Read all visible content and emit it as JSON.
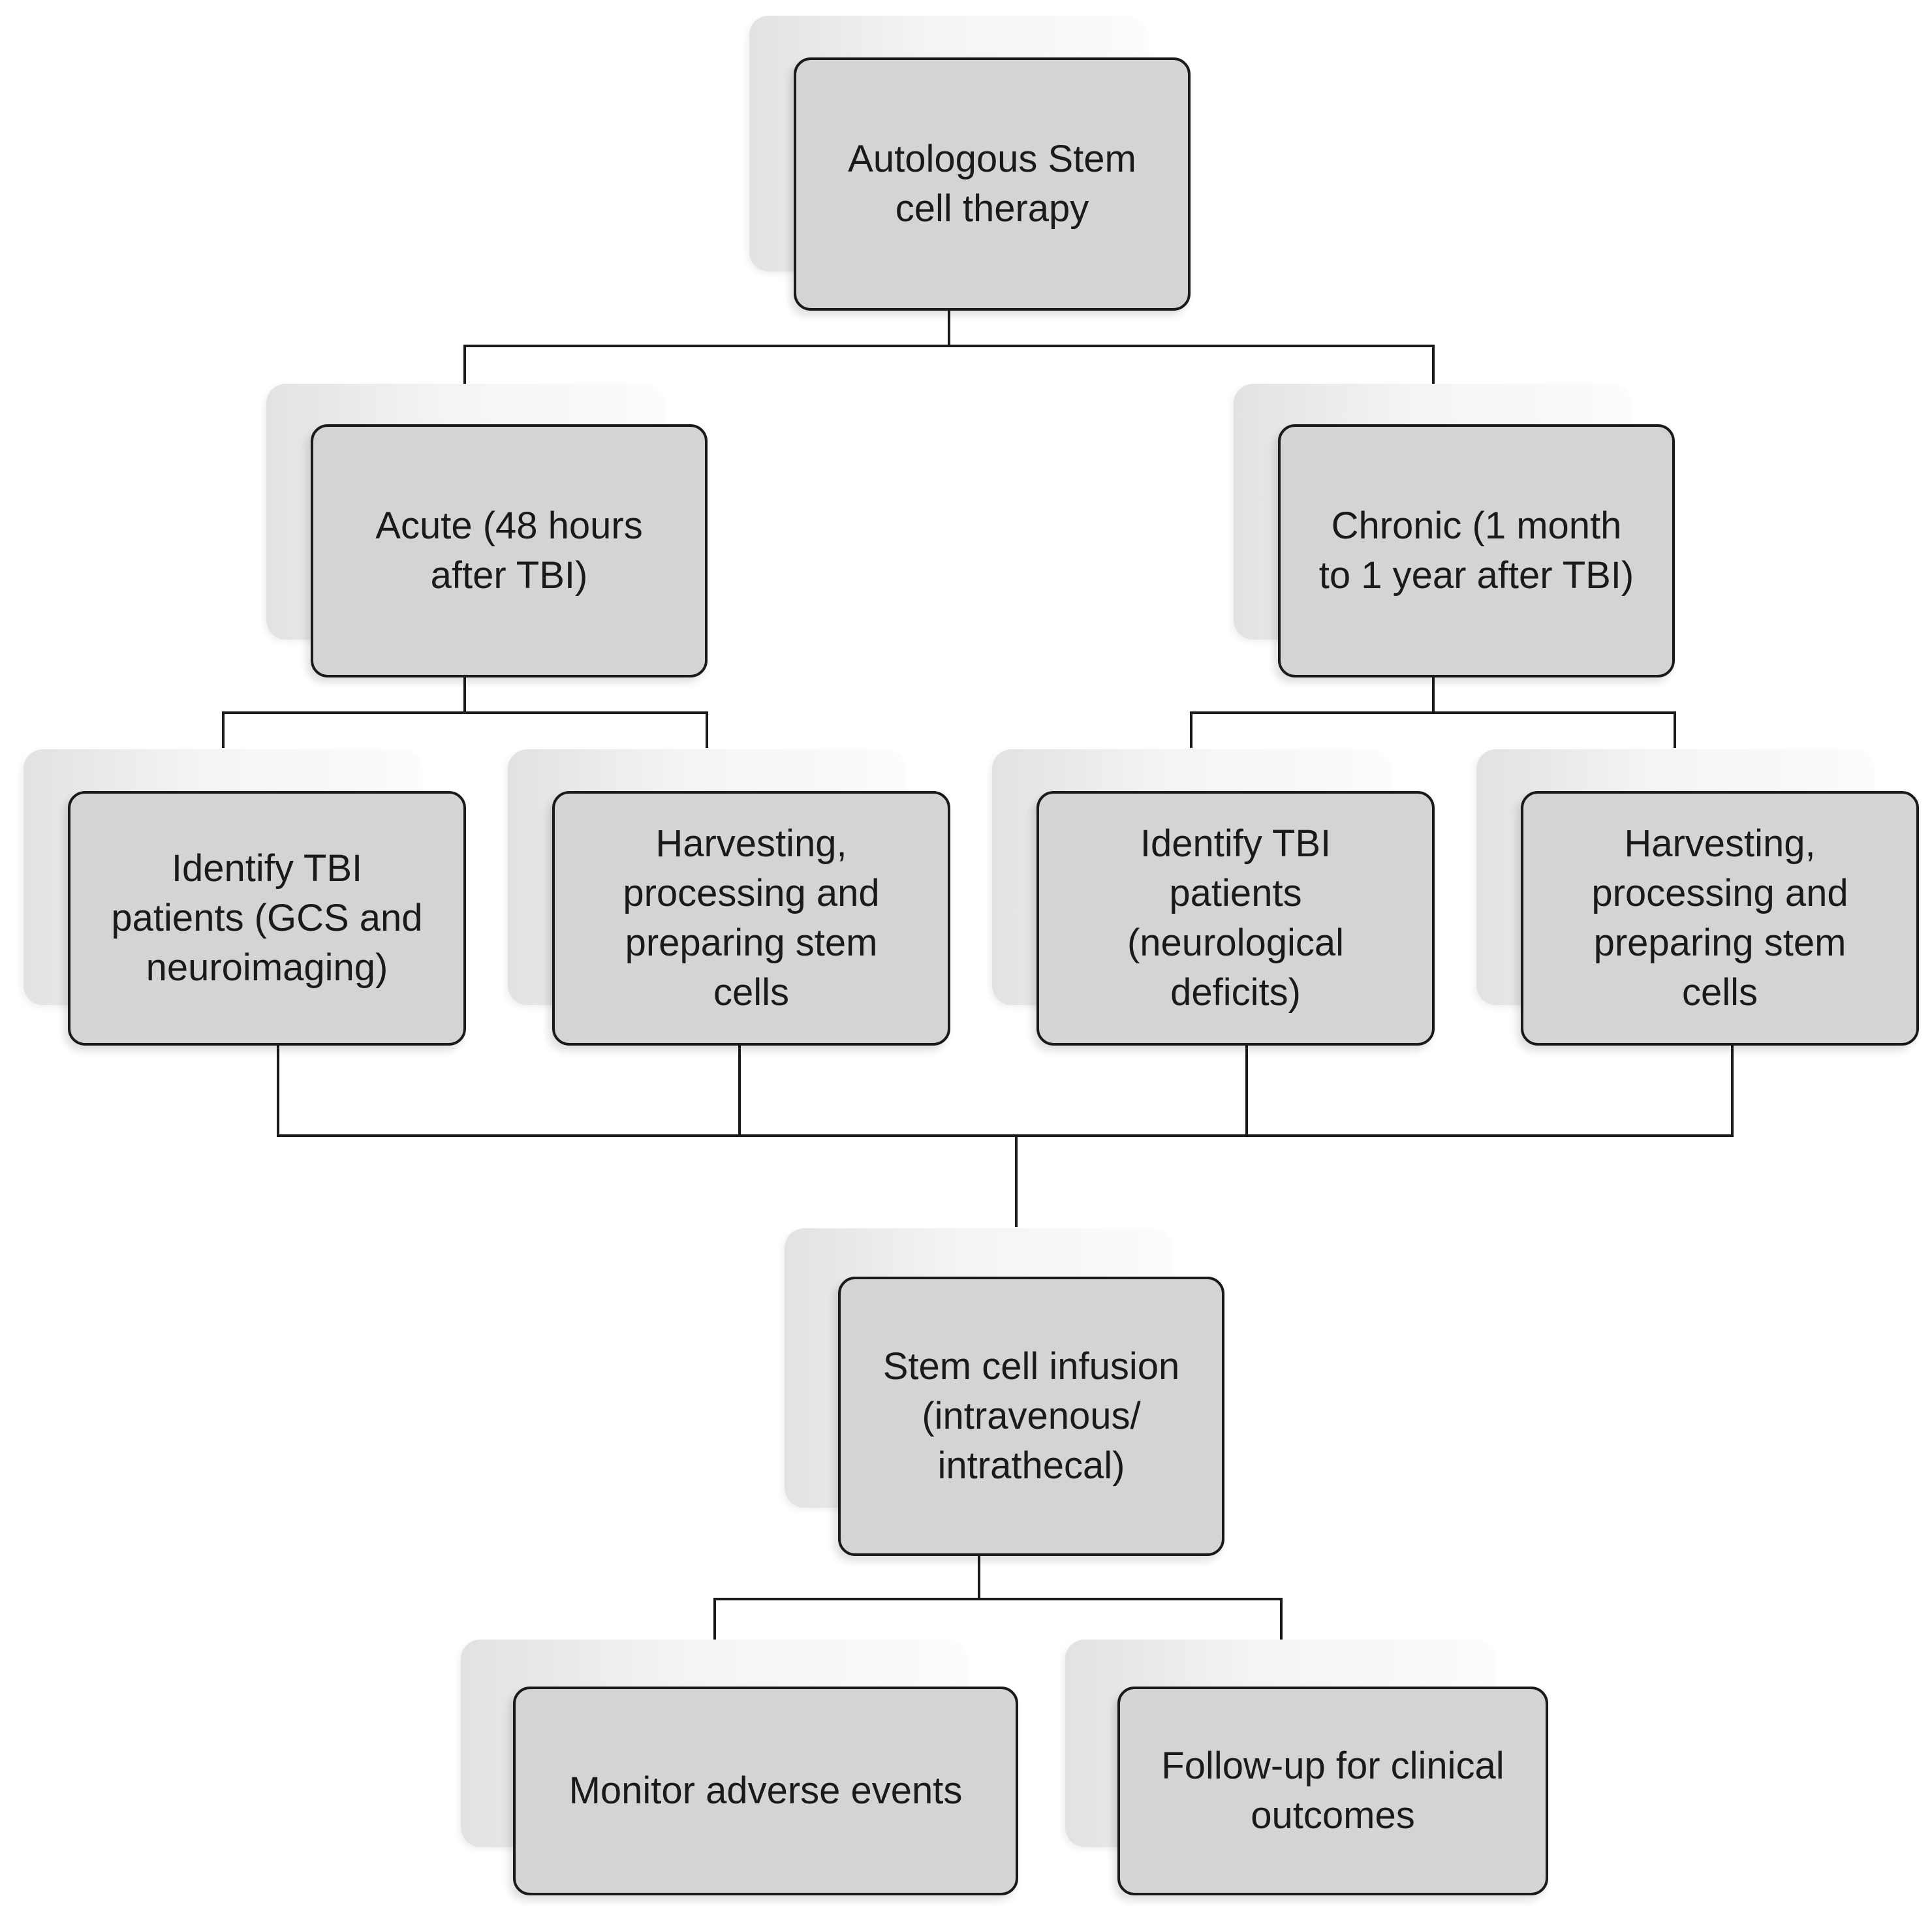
{
  "diagram": {
    "nodes": {
      "root": {
        "label": "Autologous Stem\ncell therapy"
      },
      "acute": {
        "label": "Acute (48 hours\nafter TBI)"
      },
      "chronic": {
        "label": "Chronic (1 month\nto 1 year after TBI)"
      },
      "acute_identify": {
        "label": "Identify TBI\npatients  (GCS and\nneuroimaging)"
      },
      "acute_harvest": {
        "label": "Harvesting,\nprocessing and\npreparing stem\ncells"
      },
      "chronic_identify": {
        "label": "Identify TBI\npatients\n(neurological\ndeficits)"
      },
      "chronic_harvest": {
        "label": "Harvesting,\nprocessing and\npreparing stem\ncells"
      },
      "infusion": {
        "label": "Stem cell infusion\n(intravenous/\nintrathecal)"
      },
      "monitor": {
        "label": "Monitor adverse events"
      },
      "followup": {
        "label": "Follow-up for clinical\noutcomes"
      }
    },
    "edges": [
      [
        "root",
        "acute"
      ],
      [
        "root",
        "chronic"
      ],
      [
        "acute",
        "acute_identify"
      ],
      [
        "acute",
        "acute_harvest"
      ],
      [
        "chronic",
        "chronic_identify"
      ],
      [
        "chronic",
        "chronic_harvest"
      ],
      [
        "acute_identify",
        "infusion"
      ],
      [
        "acute_harvest",
        "infusion"
      ],
      [
        "chronic_identify",
        "infusion"
      ],
      [
        "chronic_harvest",
        "infusion"
      ],
      [
        "infusion",
        "monitor"
      ],
      [
        "infusion",
        "followup"
      ]
    ],
    "colors": {
      "box_fill": "#d4d4d4",
      "box_border": "#1a1a1a",
      "connector": "#1a1a1a",
      "shadow_tile": "#eeeeee"
    }
  }
}
